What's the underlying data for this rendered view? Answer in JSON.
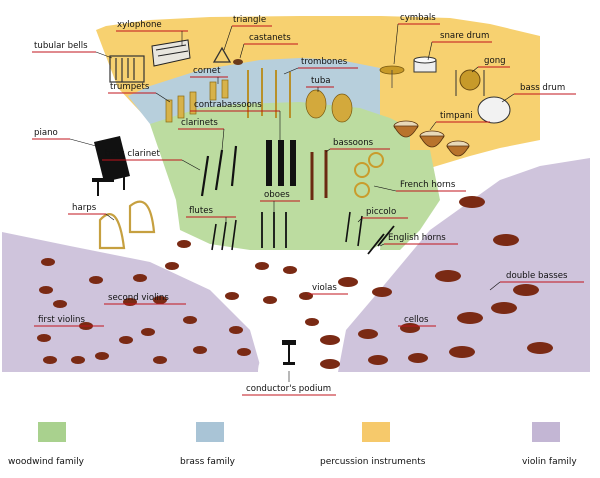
{
  "labels": {
    "xylophone": "xylophone",
    "triangle": "triangle",
    "cymbals": "cymbals",
    "snare_drum": "snare drum",
    "tubular_bells": "tubular bells",
    "castanets": "castanets",
    "gong": "gong",
    "cornet": "cornet",
    "trombones": "trombones",
    "trumpets": "trumpets",
    "tuba": "tuba",
    "bass_drum": "bass drum",
    "contrabassoons": "contrabassoons",
    "clarinets": "clarinets",
    "timpani": "timpani",
    "piano": "piano",
    "bassoons": "bassoons",
    "bass_clarinet": "bass clarinet",
    "french_horns": "French horns",
    "oboes": "oboes",
    "harps": "harps",
    "flutes": "flutes",
    "piccolo": "piccolo",
    "english_horns": "English horns",
    "double_basses": "double basses",
    "second_violins": "second violins",
    "violas": "violas",
    "first_violins": "first violins",
    "cellos": "cellos",
    "conductors_podium": "conductor's podium"
  },
  "legend": [
    {
      "label": "woodwind family",
      "color": "#a9d18e"
    },
    {
      "label": "brass family",
      "color": "#a9c4d6"
    },
    {
      "label": "percussion instruments",
      "color": "#f6c96b"
    },
    {
      "label": "violin family",
      "color": "#c3b6d4"
    }
  ],
  "colors": {
    "woodwind": "#bcdca0",
    "brass": "#b7cfdc",
    "percussion": "#f7d170",
    "violin": "#cfc4dc",
    "label_underline": "#c0141c",
    "string_instrument": "#7a2a14"
  }
}
